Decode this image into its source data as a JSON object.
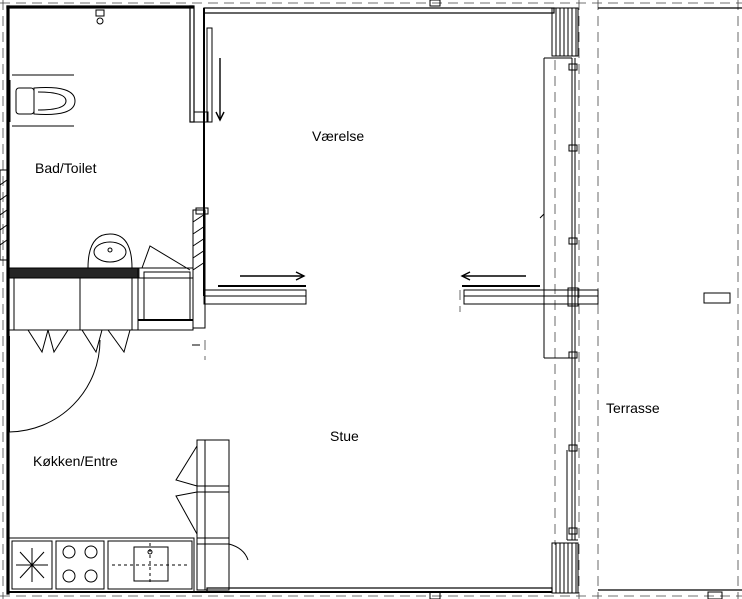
{
  "plan": {
    "rooms": {
      "bad_toilet": "Bad/Toilet",
      "vaerelse": "Værelse",
      "stue": "Stue",
      "koekken_entre": "Køkken/Entre",
      "terrasse": "Terrasse"
    },
    "colors": {
      "line": "#000000",
      "background": "#ffffff"
    }
  }
}
